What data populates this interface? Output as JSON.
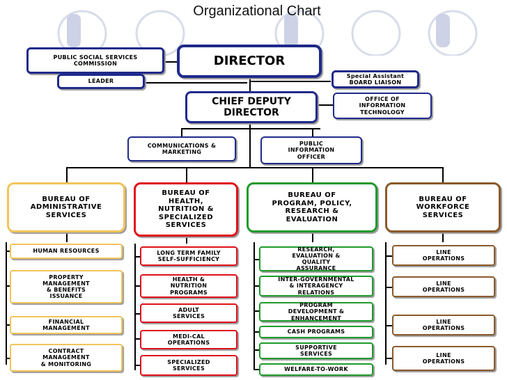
{
  "title": "Organizational Chart",
  "colors": {
    "navy": "#1f2a8a",
    "admin": "#f2c45a",
    "health": "#e0101a",
    "program": "#1e9a2c",
    "workforce": "#8a5a2a"
  },
  "top": {
    "commission": "PUBLIC SOCIAL SERVICES\nCOMMISSION",
    "director": "DIRECTOR",
    "leader": "LEADER",
    "special_assistant": "Special Assistant\nBOARD LIAISON",
    "chief_deputy": "CHIEF DEPUTY\nDIRECTOR",
    "office_it": "OFFICE OF\nINFORMATION\nTECHNOLOGY",
    "communications": "COMMUNICATIONS &\nMARKETING",
    "public_info": "PUBLIC\nINFORMATION\nOFFICER"
  },
  "bureaus": [
    {
      "name": "BUREAU OF\nADMINISTRATIVE\nSERVICES",
      "units": [
        "HUMAN RESOURCES",
        "PROPERTY\nMANAGEMENT\n& BENEFITS\nISSUANCE",
        "FINANCIAL\nMANAGEMENT",
        "CONTRACT\nMANAGEMENT\n& MONITORING"
      ]
    },
    {
      "name": "BUREAU OF\nHEALTH,\nNUTRITION &\nSPECIALIZED\nSERVICES",
      "units": [
        "LONG TERM FAMILY\nSELF-SUFFICIENCY",
        "HEALTH &\nNUTRITION\nPROGRAMS",
        "ADULT\nSERVICES",
        "MEDI-CAL\nOPERATIONS",
        "SPECIALIZED\nSERVICES"
      ]
    },
    {
      "name": "BUREAU OF\nPROGRAM, POLICY,\nRESEARCH &\nEVALUATION",
      "units": [
        "RESEARCH,\nEVALUATION &\nQUALITY\nASSURANCE",
        "INTER-GOVERNMENTAL\n& INTERAGENCY\nRELATIONS",
        "PROGRAM\nDEVELOPMENT &\nENHANCEMENT",
        "CASH PROGRAMS",
        "SUPPORTIVE\nSERVICES",
        "WELFARE-TO-WORK"
      ]
    },
    {
      "name": "BUREAU OF\nWORKFORCE\nSERVICES",
      "units": [
        "LINE\nOPERATIONS",
        "LINE\nOPERATIONS",
        "LINE\nOPERATIONS",
        "LINE\nOPERATIONS"
      ]
    }
  ]
}
